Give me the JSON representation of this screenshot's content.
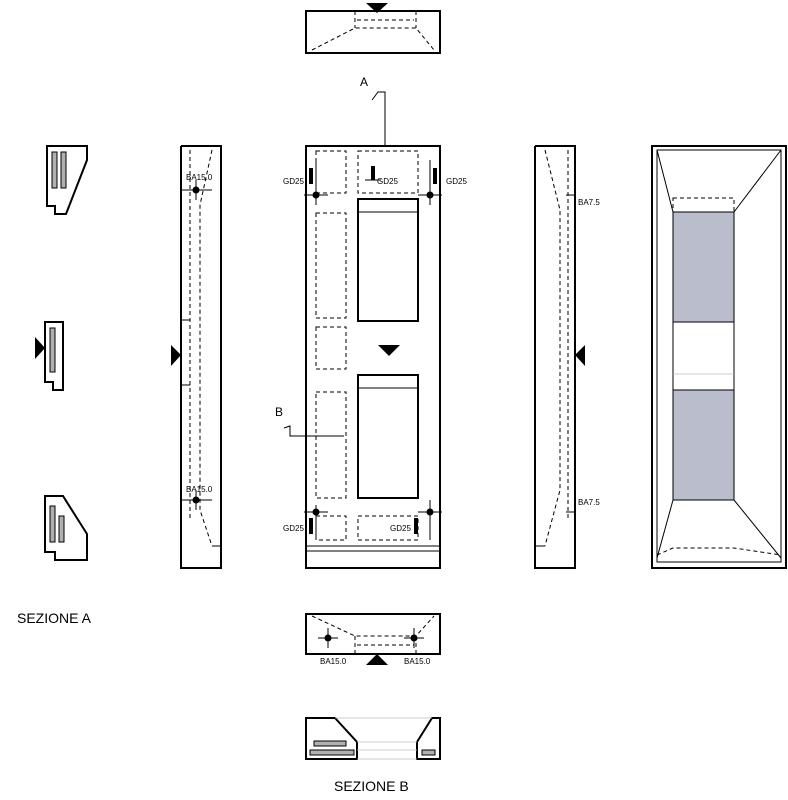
{
  "captions": {
    "sezione_a": "SEZIONE A",
    "sezione_b": "SEZIONE B"
  },
  "section_markers": {
    "a": "A",
    "b": "B"
  },
  "annotations": {
    "side_left_top": "BA15.0",
    "side_left_bottom": "BA15.0",
    "side_right_top": "BA7.5",
    "side_right_bottom": "BA7.5",
    "front_top_left": "GD25",
    "front_top_center": "GD25",
    "front_top_right": "GD25",
    "front_bottom_left": "GD25",
    "front_bottom_center": "GD25",
    "bottom_view_left": "BA15.0",
    "bottom_view_right": "BA15.0"
  },
  "colors": {
    "line": "#000000",
    "panel_fill": "#b9bdcc",
    "rebar_fill": "#b0b0b0"
  }
}
